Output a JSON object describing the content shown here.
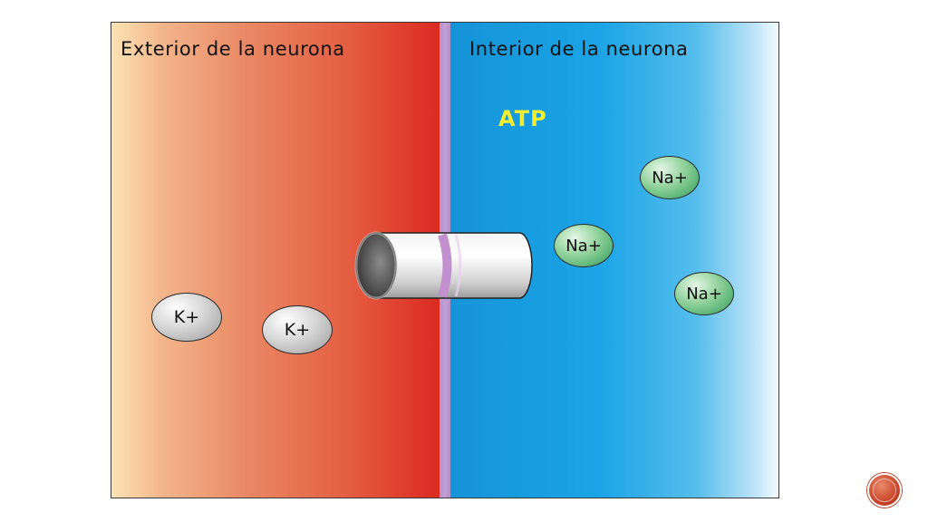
{
  "diagram": {
    "exterior_label": "Exterior de la neurona",
    "interior_label": "Interior de la neurona",
    "atp_label": "ATP",
    "ions": {
      "potassium": [
        "K+",
        "K+"
      ],
      "sodium": [
        "Na+",
        "Na+",
        "Na+"
      ]
    }
  },
  "colors": {
    "exterior": "#dc2a22",
    "interior": "#1aa4e6",
    "membrane": "#c2a0d6",
    "atp_text": "#f4ee30",
    "potassium_ion": "#bdbdbd",
    "sodium_ion": "#5fb879",
    "nav_button": "#c9452a"
  },
  "icons": {
    "channel": "ion-channel-cylinder-icon",
    "nav": "slide-nav-circle-icon"
  }
}
